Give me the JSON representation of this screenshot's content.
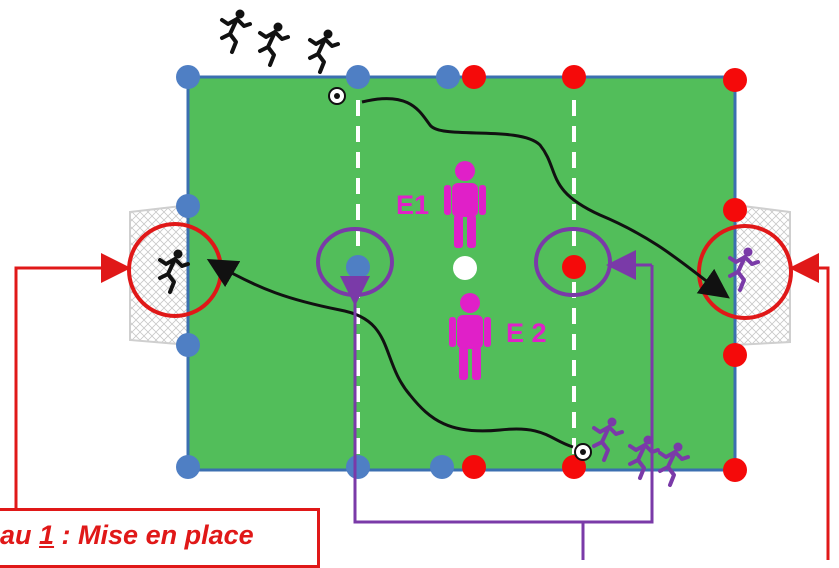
{
  "colors": {
    "field": "#52be5a",
    "field_border": "#3b6fb0",
    "team_blue": "#4f7fc4",
    "team_red": "#f50a0a",
    "coach": "#e020c8",
    "purple": "#7a3aa8",
    "black": "#111111",
    "lines": "#ffffff",
    "annotation_red": "#e01818"
  },
  "coaches": [
    {
      "label": "E1"
    },
    {
      "label": "E 2"
    }
  ],
  "caption": {
    "prefix": "au ",
    "number": "1",
    "suffix": " : Mise en place"
  },
  "icons": [
    "running-player-icon",
    "soccer-ball-icon",
    "goal-net-icon",
    "coach-figure-icon"
  ]
}
